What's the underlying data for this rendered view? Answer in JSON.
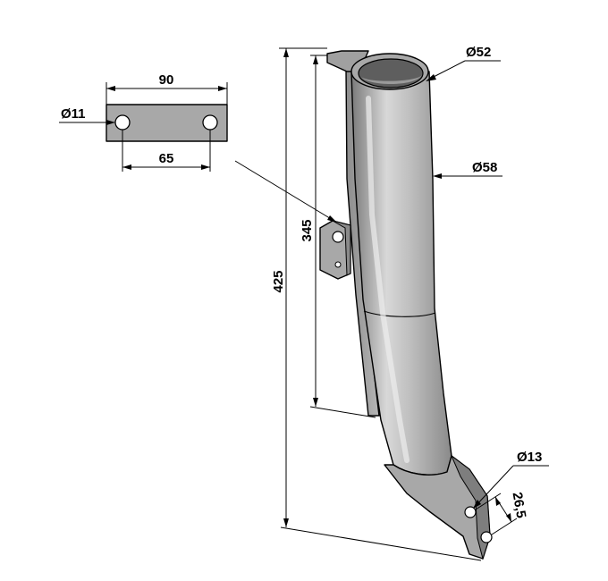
{
  "diagram": {
    "colors": {
      "background": "#ffffff",
      "part_fill": "#a8a8a8",
      "part_light": "#d4d4d4",
      "part_dark": "#6e6e6e",
      "hole_fill": "#ffffff",
      "line": "#000000"
    },
    "detail_plate": {
      "width_label": "90",
      "hole_spacing_label": "65",
      "hole_diameter_label": "Ø11"
    },
    "tube": {
      "inner_diameter_label": "Ø52",
      "outer_diameter_label": "Ø58",
      "total_height_label": "425",
      "tube_height_label": "345"
    },
    "foot": {
      "hole_diameter_label": "Ø13",
      "hole_spacing_label": "26,5"
    }
  }
}
